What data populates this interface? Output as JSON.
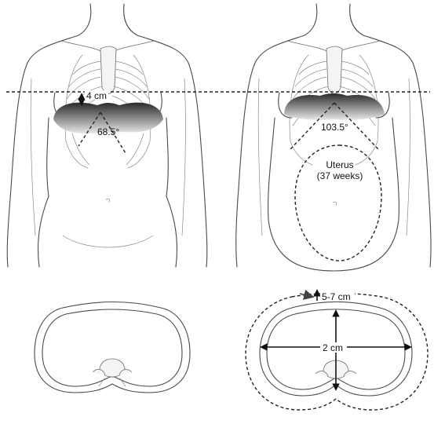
{
  "labels": {
    "distance_4cm": "4 cm",
    "angle_left": "68.5°",
    "angle_right": "103.5°",
    "uterus_line1": "Uterus",
    "uterus_line2": "(37 weeks)",
    "circumference_change": "5-7 cm",
    "diameter_change": "2 cm"
  },
  "icons": {
    "navel_left": "navel-icon",
    "navel_right": "navel-icon"
  }
}
